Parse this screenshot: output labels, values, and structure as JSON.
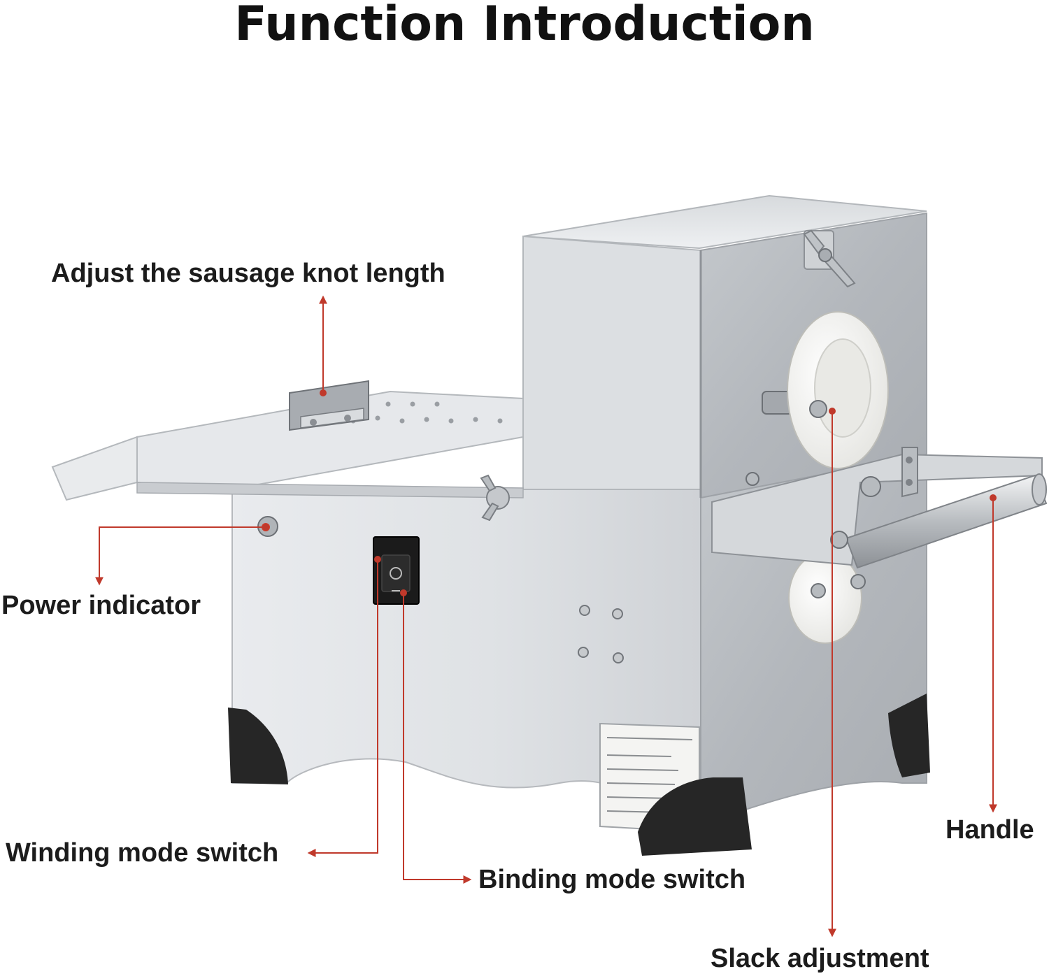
{
  "title": "Function Introduction",
  "callouts": {
    "knot_length": "Adjust the sausage knot length",
    "power_indicator": "Power indicator",
    "winding_switch": "Winding mode switch",
    "binding_switch": "Binding mode switch",
    "handle": "Handle",
    "slack": "Slack adjustment"
  },
  "colors": {
    "arrow": "#c0392b",
    "text": "#1c1c1c",
    "steel_light": "#eceef0",
    "steel_mid": "#c9ccd0",
    "steel_dark": "#9fa3a8",
    "roller": "#f7f7f5",
    "feet": "#262626"
  },
  "icons": [
    "wing-nut-icon",
    "bolt-icon",
    "rocker-switch-icon",
    "indicator-light-icon"
  ]
}
